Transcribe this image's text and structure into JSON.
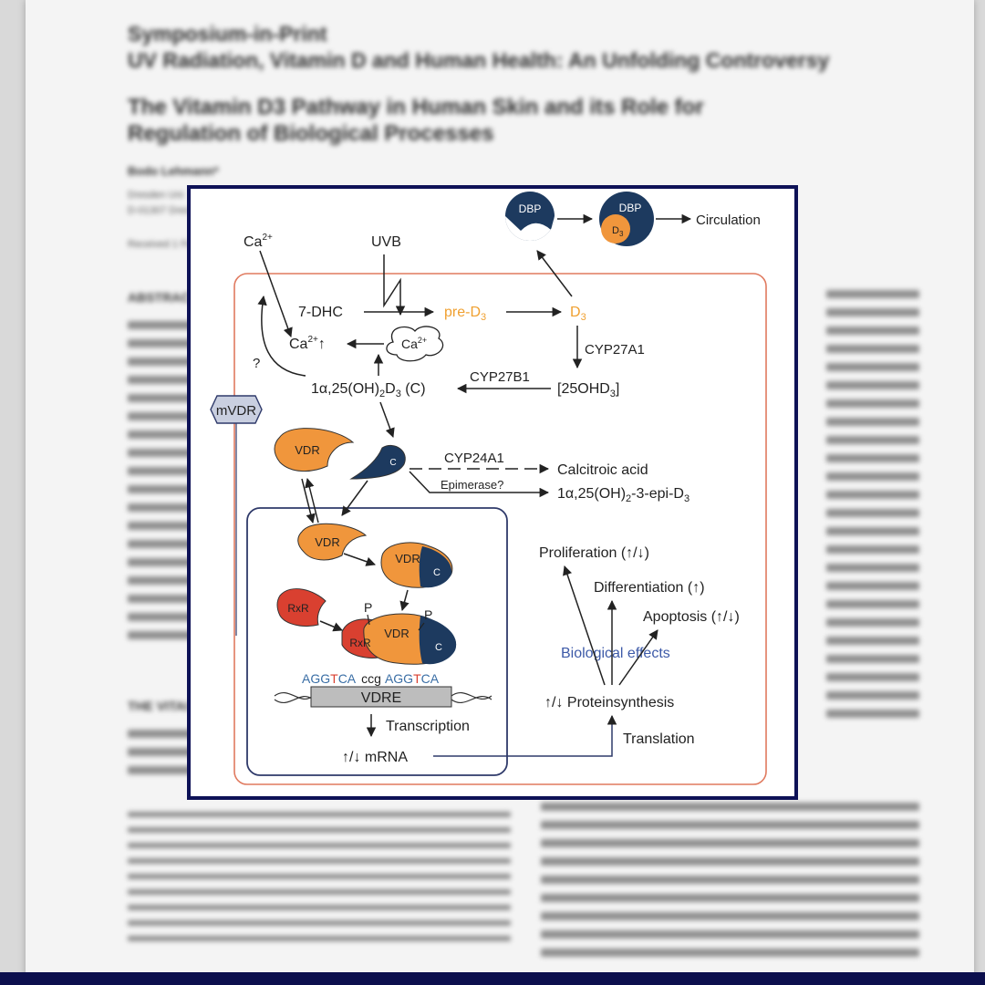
{
  "paper": {
    "symposium_line": "Symposium-in-Print",
    "series_title": "UV Radiation, Vitamin D and Human Health: An Unfolding Controversy",
    "article_title_line1": "The Vitamin D3 Pathway in Human Skin and its Role for",
    "article_title_line2": "Regulation of Biological Processes",
    "author": "Bodo Lehmann*",
    "affiliation_line1": "Dresden Uni",
    "affiliation_line2": "D-01307 Dres",
    "received": "Received 1 Fe",
    "abstract_heading": "ABSTRAC",
    "section_heading": "THE VITAI"
  },
  "figure": {
    "labels": {
      "ca_top": "Ca",
      "ca_top_sup": "2+",
      "uvb": "UVB",
      "dbp": "DBP",
      "dbp2": "DBP",
      "d3_in_dbp": "D",
      "d3_in_dbp_sub": "3",
      "circulation": "Circulation",
      "seven_dhc": "7-DHC",
      "pre_d3": "pre-D",
      "pre_d3_sub": "3",
      "d3": "D",
      "d3_sub": "3",
      "ca_up": "Ca",
      "ca_up_sup": "2+",
      "ca_up_arrow": "↑",
      "ca_cloud": "Ca",
      "ca_cloud_sup": "2+",
      "question": "?",
      "cyp27a1": "CYP27A1",
      "cyp27b1": "CYP27B1",
      "calcitriol_c": "1α,25(OH)",
      "calcitriol_c_sub": "2",
      "calcitriol_c_d": "D",
      "calcitriol_c_sub2": "3",
      "calcitriol_c_end": " (C)",
      "ohd3": "[25OHD",
      "ohd3_sub": "3",
      "ohd3_end": "]",
      "mvdr": "mVDR",
      "vdr_outside": "VDR",
      "c_outside": "C",
      "cyp24a1": "CYP24A1",
      "calcitroic_acid": "Calcitroic acid",
      "epimerase": "Epimerase?",
      "epi_d3": "1α,25(OH)",
      "epi_d3_sub": "2",
      "epi_d3_end": "-3-epi-D",
      "epi_d3_sub2": "3",
      "vdr_in1": "VDR",
      "vdr_in2": "VDR",
      "c_in2": "C",
      "rxr": "RxR",
      "p1": "P",
      "p2": "P",
      "rxr_complex": "RxR",
      "vdr_complex": "VDR",
      "c_complex": "C",
      "seq_a": "AGG",
      "seq_t1": "T",
      "seq_b": "CA",
      "seq_ccg": "ccg",
      "seq_c": "AGG",
      "seq_t2": "T",
      "seq_d": "CA",
      "vdre": "VDRE",
      "transcription": "Transcription",
      "mrna": "↑/↓ mRNA",
      "proliferation": "Proliferation (↑/↓)",
      "differentiation": "Differentiation (↑)",
      "apoptosis": "Apoptosis (↑/↓)",
      "biological_effects": "Biological effects",
      "proteinsynthesis": "↑/↓ Proteinsynthesis",
      "translation": "Translation"
    },
    "colors": {
      "navy": "#1d3a5f",
      "orange": "#f0963c",
      "red": "#d94030",
      "salmon_border": "#e07a5f",
      "nucleus_border": "#2f3a6a",
      "bio_effects_text": "#3d5aa8",
      "red_letter": "#d94030",
      "seq_blue": "#3a6ea5"
    }
  }
}
